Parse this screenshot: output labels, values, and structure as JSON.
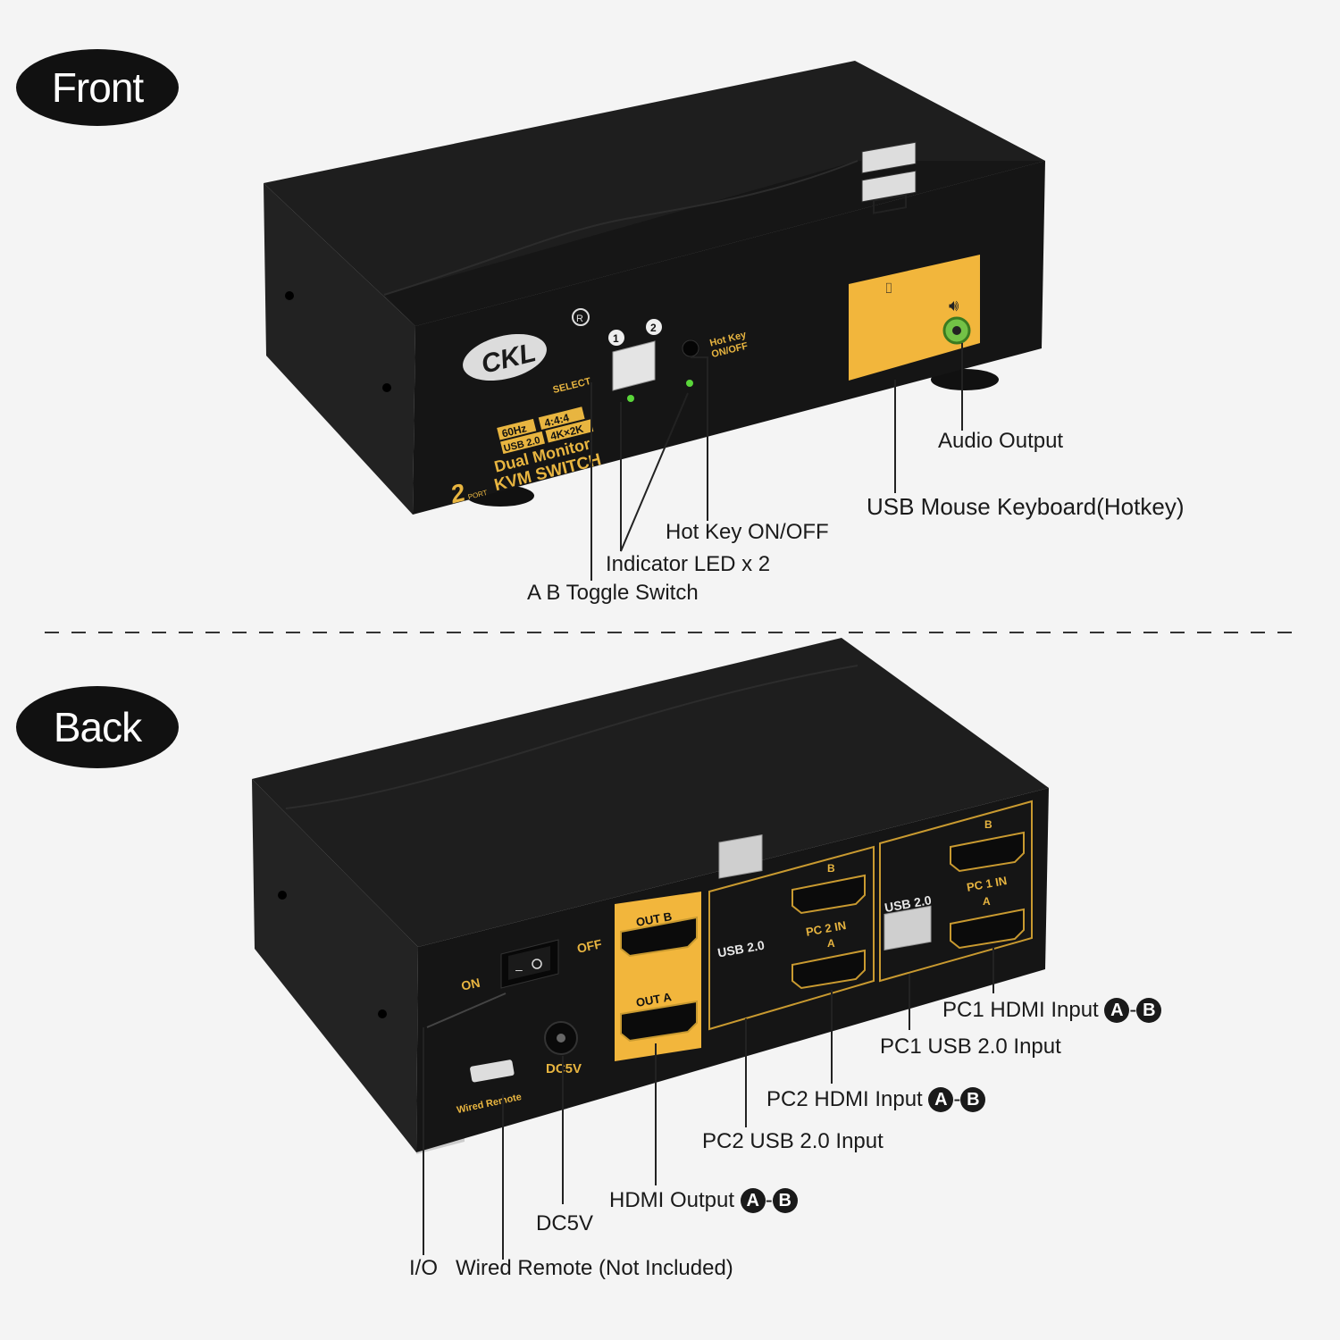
{
  "sections": {
    "front_label": "Front",
    "back_label": "Back"
  },
  "front_device": {
    "brand": "CKL",
    "port_nums": [
      "1",
      "2"
    ],
    "select_label": "SELECT",
    "hotkey_label_1": "Hot Key",
    "hotkey_label_2": "ON/OFF",
    "spec_badges": [
      "60Hz",
      "4:4:4",
      "USB 2.0",
      "4K×2K"
    ],
    "model_line1": "Dual Monitor",
    "model_line2": "KVM SWITCH",
    "port_count": "2",
    "port_word": "PORT"
  },
  "front_callouts": {
    "audio_output": "Audio Output",
    "usb_mouse_keyboard": "USB Mouse Keyboard(Hotkey)",
    "hot_key": "Hot Key ON/OFF",
    "indicator_led": "Indicator LED x 2",
    "toggle_switch": "A B Toggle Switch"
  },
  "back_device": {
    "on_label": "ON",
    "off_label": "OFF",
    "out_b": "OUT B",
    "out_a": "OUT A",
    "usb_pc2": "USB 2.0",
    "usb_pc1": "USB 2.0",
    "pc2_in": "PC 2 IN",
    "pc1_in": "PC 1 IN",
    "port_a": "A",
    "port_b": "B",
    "dc_label": "DC5V",
    "remote_label": "Wired Remote"
  },
  "back_callouts": {
    "pc1_hdmi": "PC1 HDMI Input",
    "pc1_usb": "PC1 USB 2.0 Input",
    "pc2_hdmi": "PC2 HDMI Input",
    "pc2_usb": "PC2 USB 2.0 Input",
    "hdmi_output": "HDMI Output",
    "dc5v": "DC5V",
    "io": "I/O",
    "wired_remote": "Wired Remote (Not Included)",
    "badge_a": "A",
    "badge_b": "B",
    "dash": "-"
  },
  "colors": {
    "device_body": "#1b1b1b",
    "gold_panel": "#f2b63c",
    "led": "#5ad63a",
    "background": "#f4f4f4"
  }
}
